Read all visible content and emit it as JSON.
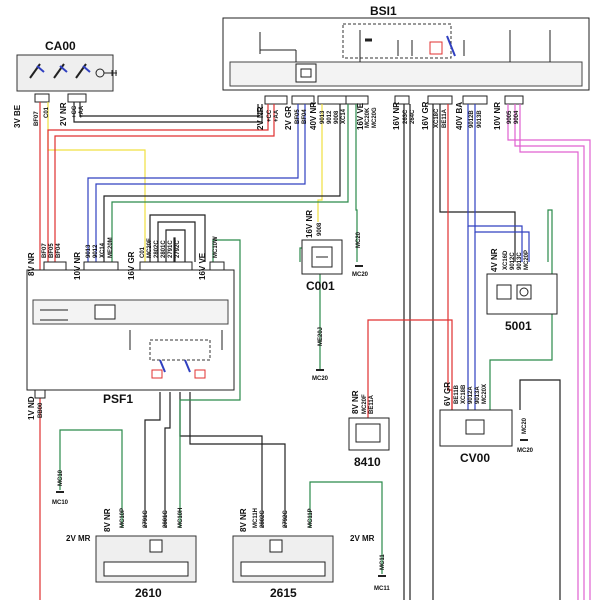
{
  "components": {
    "bsi1": {
      "name": "BSI1"
    },
    "ca00": {
      "name": "CA00"
    },
    "psf1": {
      "name": "PSF1"
    },
    "c001": {
      "name": "C001"
    },
    "m5001": {
      "name": "5001"
    },
    "m8410": {
      "name": "8410"
    },
    "cv00": {
      "name": "CV00"
    },
    "m2610": {
      "name": "2610"
    },
    "m2615": {
      "name": "2615"
    }
  },
  "connectors": {
    "ca00_left": "3V BE",
    "ca00_mid": "2V NR",
    "bsi_a": "2V NR",
    "bsi_b": "2V GR",
    "bsi_c": "40V NR",
    "bsi_d": "16V VE",
    "bsi_e": "16V NR",
    "bsi_f": "16V GR",
    "bsi_g": "40V BA",
    "bsi_h": "10V NR",
    "psf_a": "8V NR",
    "psf_b": "10V NR",
    "psf_c": "16V GR",
    "psf_d": "16V VE",
    "psf_e": "1V ND",
    "c001_conn": "16V NR",
    "m5001_conn": "4V NR",
    "m8410_conn": "8V NR",
    "cv00_conn": "6V GR",
    "m2610_top": "8V NR",
    "m2610_side": "2V MR",
    "m2615_top": "8V NR",
    "m2615_side": "2V MR"
  },
  "wires": {
    "ca00_bf07": "BF07",
    "ca00_c01": "C01",
    "ca00_cc": "+CC",
    "ca00_aa": "+AA",
    "bsi_cc": "+CC",
    "bsi_aa": "+AA",
    "bsi_bf05": "BF05",
    "bsi_bf04": "BF04",
    "bsi_9013": "9013",
    "bsi_9012": "9012",
    "bsi_9008": "9008",
    "bsi_xc14": "XC14",
    "bsi_mc20k": "MC20K",
    "bsi_mc20g": "MC20G",
    "bsi_263c": "263C",
    "bsi_264c": "264C",
    "bsi_xc18c": "XC18C",
    "bsi_be11a": "BE11A",
    "bsi_9012b": "9012B",
    "bsi_9013b": "9013B",
    "bsi_9005": "9005",
    "bsi_9004": "9004",
    "psf_bf07": "BF07",
    "psf_bf05": "BF05",
    "psf_bf04": "BF04",
    "psf_9013": "9013",
    "psf_9012": "9012",
    "psf_xc14": "XC14",
    "psf_me20m": "ME20M",
    "psf_c01": "C01",
    "psf_mc20f": "MC20F",
    "psf_2802c": "2802C",
    "psf_2801c": "2801C",
    "psf_2791c": "2791C",
    "psf_2792c": "2792C",
    "psf_mc10w": "MC10W",
    "psf_bb00": "BB00",
    "c001_9008": "9008",
    "c001_mc20": "MC20",
    "gnd_mc20a": "MC20",
    "me20j": "ME20J",
    "gnd_mc20b": "MC20",
    "m5001_xc16d": "XC16D",
    "m5001_9012c": "9012C",
    "m5001_9013c": "9013C",
    "m5001_mc20p": "MC20P",
    "m8410_mc20f": "MC20F",
    "m8410_1": "BE11A",
    "cv00_be11b": "BE11B",
    "cv00_xc18b": "XC18B",
    "cv00_9012a": "9012A",
    "cv00_9013a": "9013A",
    "cv00_mc20x": "MC20X",
    "mc20_right": "MC20",
    "gnd_mc20c": "MC20",
    "mc10": "MC10",
    "gnd_mc10": "MC10",
    "m2610_mc10p": "MC10P",
    "m2610_2791c": "2791C",
    "m2610_2801c": "2801C",
    "m2610_mc10h": "MC10H",
    "m2615_mc11h": "MC11H",
    "m2615_2802c": "2802C",
    "m2615_2792c": "2792C",
    "m2615_mc11p": "MC11P",
    "mc11": "MC11",
    "gnd_mc11": "MC11"
  },
  "colors": {
    "red": "#e03030",
    "yellow": "#f0e040",
    "blue": "#3040c0",
    "green": "#2a8a4a",
    "pink": "#e060d0",
    "black": "#111111",
    "gray": "#8a8a8a"
  }
}
